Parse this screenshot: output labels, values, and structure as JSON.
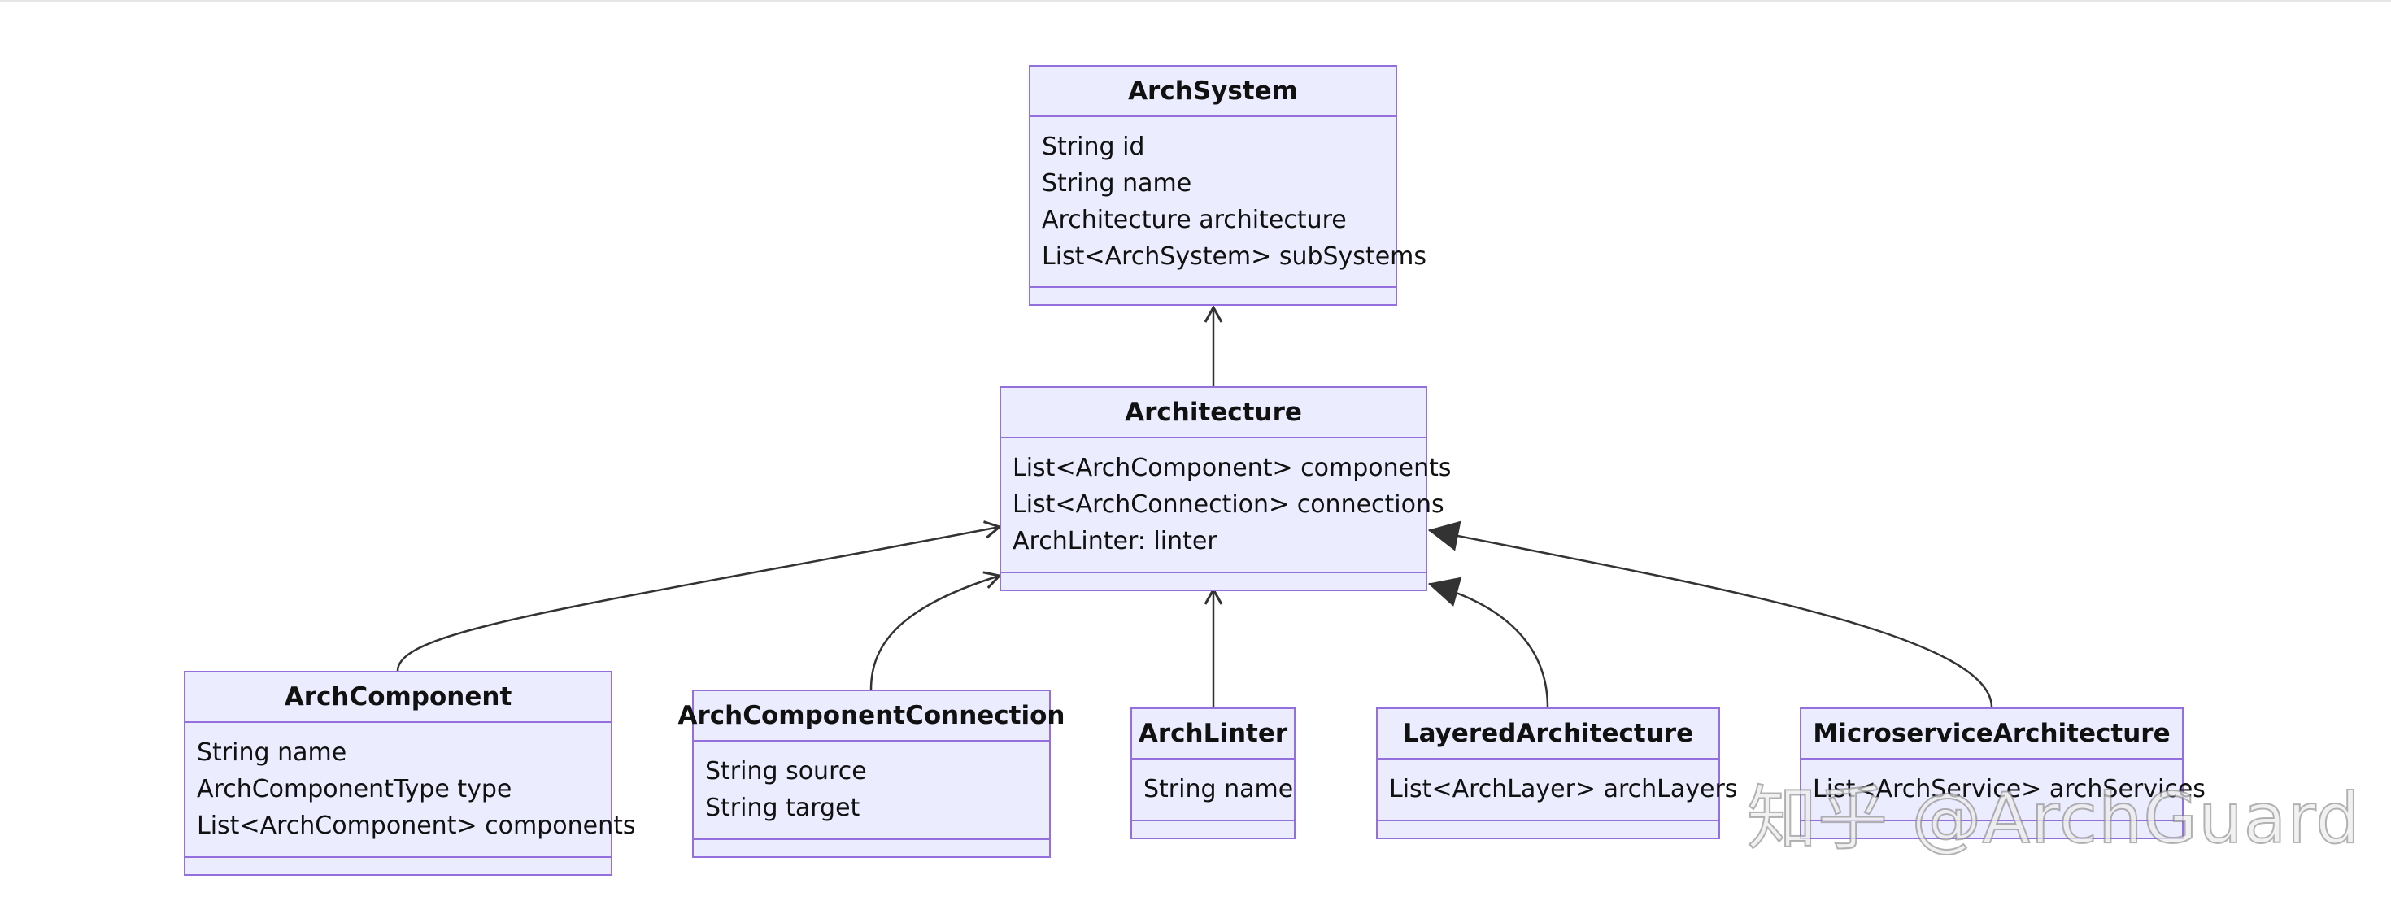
{
  "diagram": {
    "classes": [
      {
        "id": "archsystem",
        "name": "ArchSystem",
        "members": [
          "String id",
          "String name",
          "Architecture architecture",
          "List<ArchSystem> subSystems"
        ]
      },
      {
        "id": "architecture",
        "name": "Architecture",
        "members": [
          "List<ArchComponent> components",
          "List<ArchConnection> connections",
          "ArchLinter: linter"
        ]
      },
      {
        "id": "archcomponent",
        "name": "ArchComponent",
        "members": [
          "String name",
          "ArchComponentType type",
          "List<ArchComponent> components"
        ]
      },
      {
        "id": "archcomponentconnection",
        "name": "ArchComponentConnection",
        "members": [
          "String source",
          "String target"
        ]
      },
      {
        "id": "archlinter",
        "name": "ArchLinter",
        "members": [
          "String name"
        ]
      },
      {
        "id": "layeredarchitecture",
        "name": "LayeredArchitecture",
        "members": [
          "List<ArchLayer> archLayers"
        ]
      },
      {
        "id": "microservicearchitecture",
        "name": "MicroserviceArchitecture",
        "members": [
          "List<ArchService> archServices"
        ]
      }
    ],
    "relations": [
      {
        "from": "architecture",
        "to": "archsystem",
        "type": "association"
      },
      {
        "from": "archcomponent",
        "to": "architecture",
        "type": "association"
      },
      {
        "from": "archcomponentconnection",
        "to": "architecture",
        "type": "association"
      },
      {
        "from": "archlinter",
        "to": "architecture",
        "type": "association"
      },
      {
        "from": "layeredarchitecture",
        "to": "architecture",
        "type": "inheritance"
      },
      {
        "from": "microservicearchitecture",
        "to": "architecture",
        "type": "inheritance"
      }
    ]
  },
  "watermark": {
    "text": "知乎 @ArchGuard"
  },
  "colors": {
    "box_fill": "#ececff",
    "box_border": "#9370db",
    "edge": "#333333",
    "text": "#111111"
  }
}
